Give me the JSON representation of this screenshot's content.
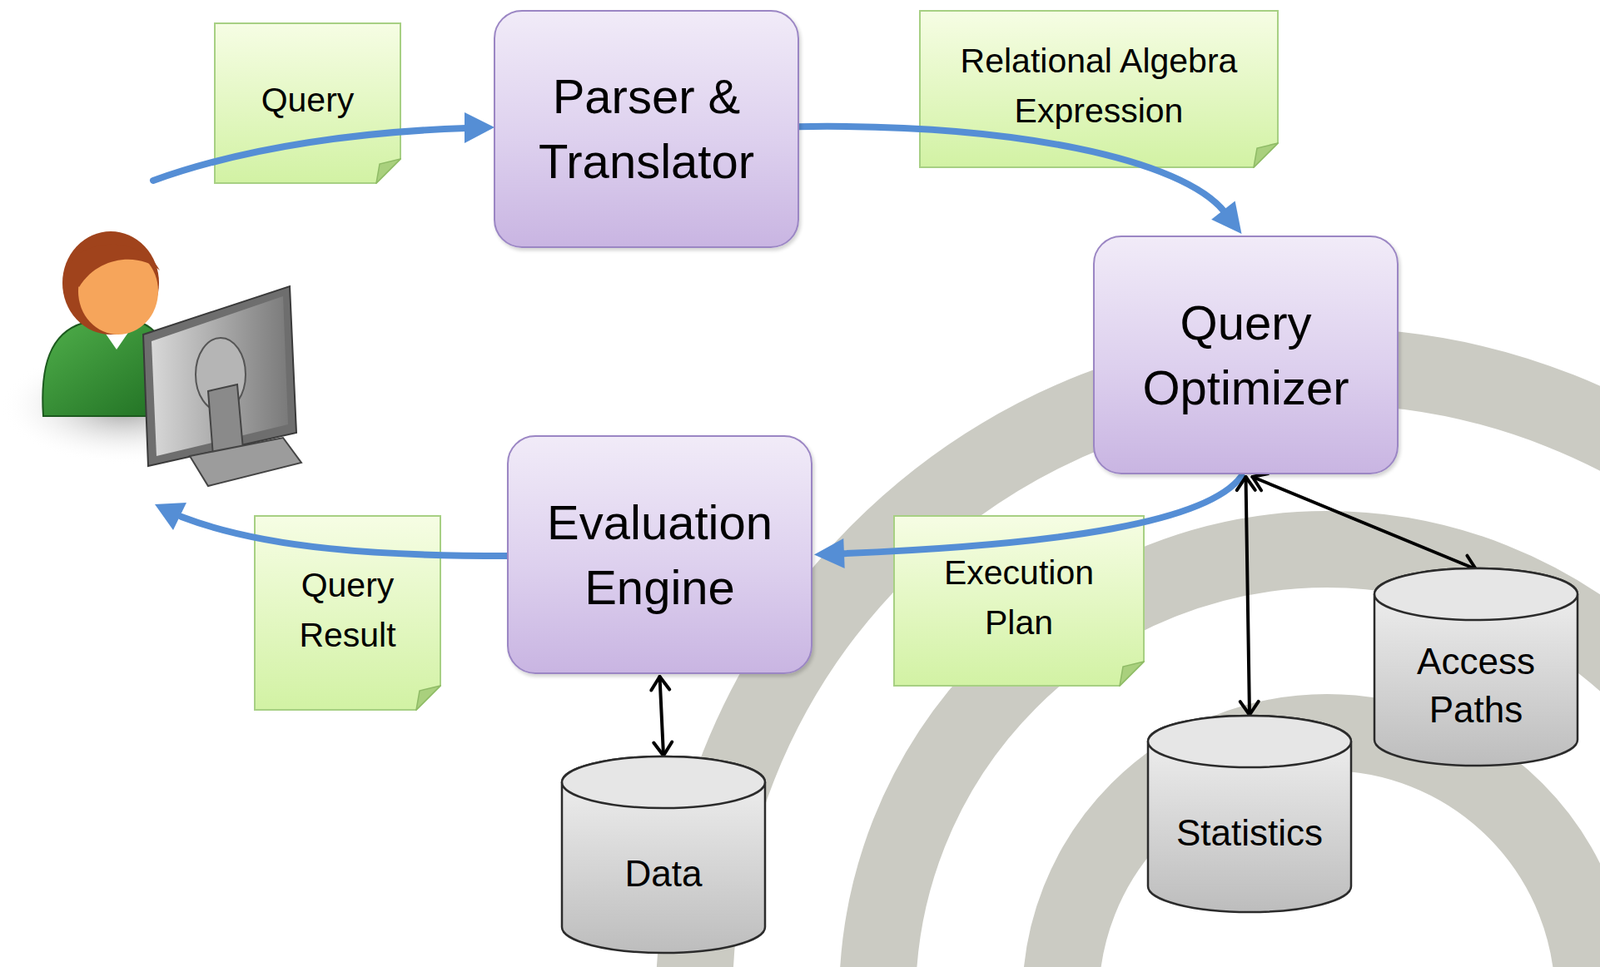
{
  "diagram": {
    "nodes": [
      {
        "text": [
          "Parser & Translator"
        ]
      },
      {
        "text": [
          "Query Optimizer"
        ]
      },
      {
        "text": [
          "Evaluation Engine"
        ]
      },
      {
        "text": [
          "Data"
        ]
      },
      {
        "text": [
          "Statistics"
        ]
      },
      {
        "text": [
          "Access Paths"
        ]
      }
    ],
    "edges": [
      {
        "from": 0,
        "to": 1,
        "label": "Relational Algebra Expression",
        "arrow": "to"
      },
      {
        "from": 1,
        "to": 2,
        "label": "Execution Plan",
        "arrow": "to"
      },
      {
        "from": 2,
        "to": 3,
        "arrow": "both"
      },
      {
        "from": 1,
        "to": 4,
        "arrow": "both"
      },
      {
        "from": 1,
        "to": 5,
        "arrow": "both"
      }
    ],
    "labels": [
      "Query",
      "Query Result"
    ]
  }
}
